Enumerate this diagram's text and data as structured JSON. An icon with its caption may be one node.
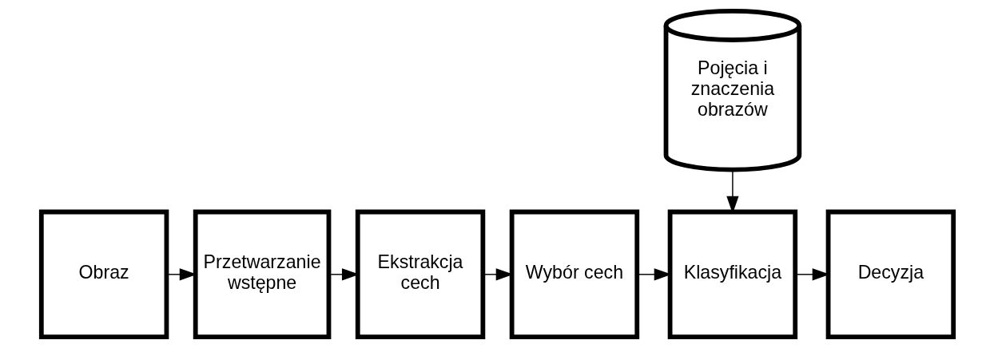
{
  "diagram": {
    "nodes": [
      {
        "text": [
          "Obraz"
        ]
      },
      {
        "text": [
          "Przetwarzanie wstępne"
        ]
      },
      {
        "text": [
          "Ekstrakcja cech"
        ]
      },
      {
        "text": [
          "Wybór cech"
        ]
      },
      {
        "text": [
          "Klasyfikacja"
        ]
      },
      {
        "text": [
          "Decyzja"
        ]
      },
      {
        "text": [
          "Pojęcia i znaczenia obrazów"
        ]
      }
    ],
    "edges": [
      {
        "from": 0,
        "to": 1,
        "arrow": "to"
      },
      {
        "from": 1,
        "to": 2,
        "arrow": "to"
      },
      {
        "from": 2,
        "to": 3,
        "arrow": "to"
      },
      {
        "from": 3,
        "to": 4,
        "arrow": "to"
      },
      {
        "from": 4,
        "to": 5,
        "arrow": "to"
      },
      {
        "from": 6,
        "to": 4,
        "arrow": "to"
      }
    ]
  }
}
